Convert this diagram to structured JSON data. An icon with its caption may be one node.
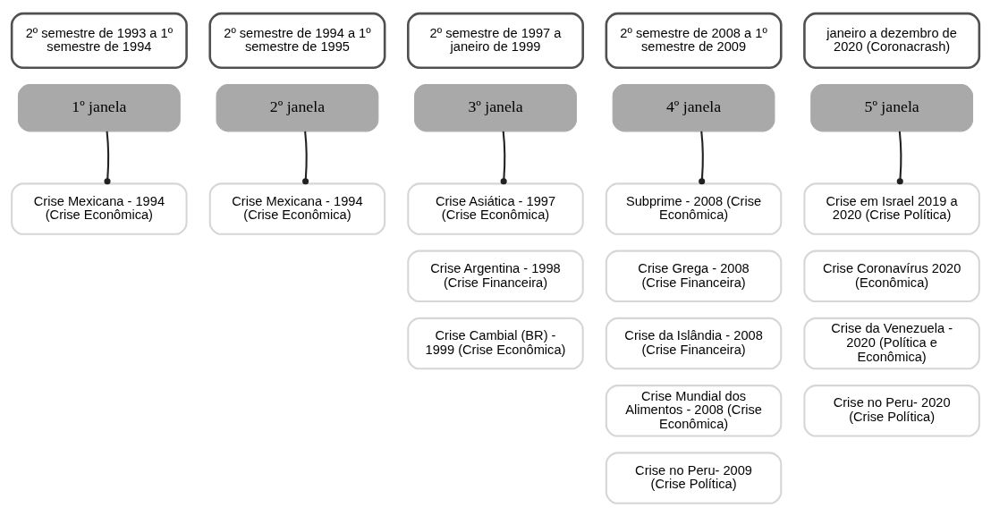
{
  "diagram": {
    "nodes": [
      {
        "text": [
          "2º semestre de 1993 a 1º semestre de 1994"
        ]
      },
      {
        "text": [
          "1º janela"
        ]
      },
      {
        "text": [
          "Crise Mexicana - 1994 (Crise Econômica)"
        ]
      },
      {
        "text": [
          "2º semestre de 1994 a 1º semestre de 1995"
        ]
      },
      {
        "text": [
          "2º janela"
        ]
      },
      {
        "text": [
          "Crise Mexicana - 1994 (Crise Econômica)"
        ]
      },
      {
        "text": [
          "2º semestre de 1997 a janeiro de 1999"
        ]
      },
      {
        "text": [
          "3º janela"
        ]
      },
      {
        "text": [
          "Crise Asiática - 1997 (Crise Econômica)"
        ]
      },
      {
        "text": [
          "Crise Argentina - 1998 (Crise Financeira)"
        ]
      },
      {
        "text": [
          "Crise Cambial (BR) - 1999 (Crise Econômica)"
        ]
      },
      {
        "text": [
          "2º semestre de 2008 a 1º semestre de 2009"
        ]
      },
      {
        "text": [
          "4º janela"
        ]
      },
      {
        "text": [
          "Subprime - 2008 (Crise Econômica)"
        ]
      },
      {
        "text": [
          "Crise Grega - 2008 (Crise Financeira)"
        ]
      },
      {
        "text": [
          "Crise da Islândia - 2008 (Crise Financeira)"
        ]
      },
      {
        "text": [
          "Crise Mundial dos Alimentos - 2008 (Crise Econômica)"
        ]
      },
      {
        "text": [
          "Crise no Peru- 2009 (Crise Política)"
        ]
      },
      {
        "text": [
          "janeiro a dezembro de 2020 (Coronacrash)"
        ]
      },
      {
        "text": [
          "5º janela"
        ]
      },
      {
        "text": [
          "Crise em Israel 2019 a 2020 (Crise Política)"
        ]
      },
      {
        "text": [
          "Crise Coronavírus 2020 (Econômica)"
        ]
      },
      {
        "text": [
          "Crise da Venezuela - 2020 (Política e Econômica)"
        ]
      },
      {
        "text": [
          "Crise no Peru- 2020 (Crise Política)"
        ]
      }
    ],
    "edges": [
      {
        "from": 1,
        "to": 2,
        "arrow": "other"
      },
      {
        "from": 4,
        "to": 5,
        "arrow": "other"
      },
      {
        "from": 7,
        "to": 8,
        "arrow": "other"
      },
      {
        "from": 12,
        "to": 13,
        "arrow": "other"
      },
      {
        "from": 19,
        "to": 20,
        "arrow": "other"
      }
    ]
  }
}
